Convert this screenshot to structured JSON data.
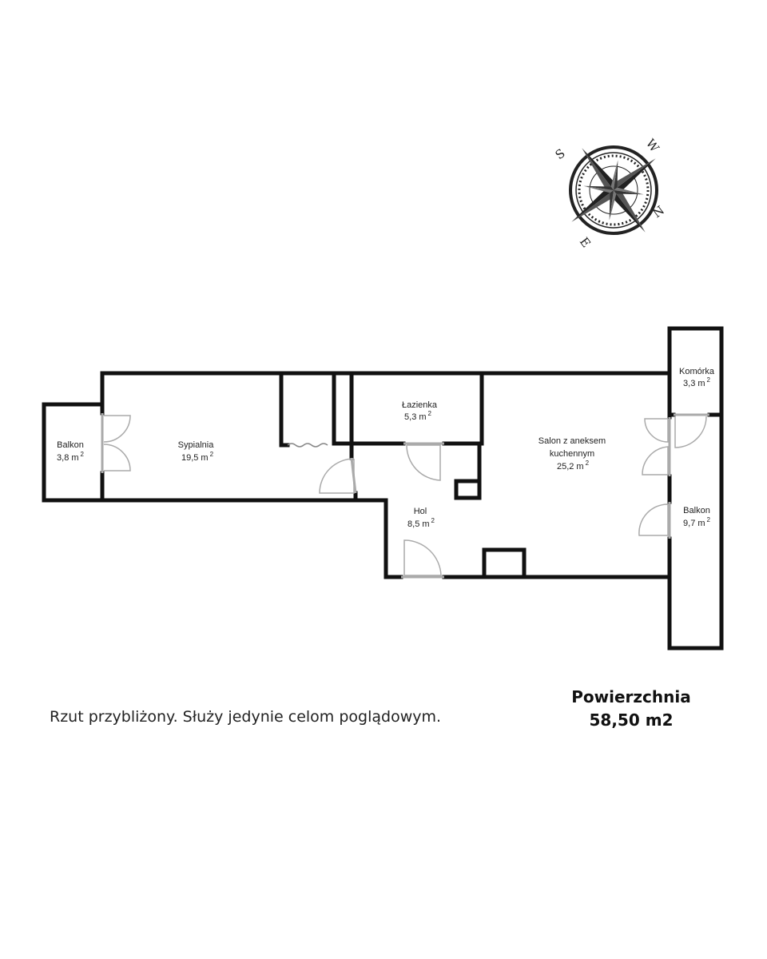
{
  "compass": {
    "icon": "compass-rose-icon",
    "letters": {
      "n": "N",
      "e": "E",
      "s": "S",
      "w": "W"
    }
  },
  "rooms": {
    "balkon_left": {
      "name": "Balkon",
      "area": "3,8 m",
      "sup": "2"
    },
    "sypialnia": {
      "name": "Sypialnia",
      "area": "19,5 m",
      "sup": "2"
    },
    "lazienka": {
      "name": "Łazienka",
      "area": "5,3 m",
      "sup": "2"
    },
    "salon": {
      "name_line1": "Salon z aneksem",
      "name_line2": "kuchennym",
      "area": "25,2 m",
      "sup": "2"
    },
    "hol": {
      "name": "Hol",
      "area": "8,5 m",
      "sup": "2"
    },
    "komorka": {
      "name": "Komórka",
      "area": "3,3 m",
      "sup": "2"
    },
    "balkon_right": {
      "name": "Balkon",
      "area": "9,7 m",
      "sup": "2"
    }
  },
  "footer": {
    "note": "Rzut przybliżony. Służy jedynie celom poglądowym.",
    "area_label": "Powierzchnia",
    "area_value": "58,50 m2"
  },
  "colors": {
    "wall": "#111111",
    "door": "#aaaaaa"
  }
}
